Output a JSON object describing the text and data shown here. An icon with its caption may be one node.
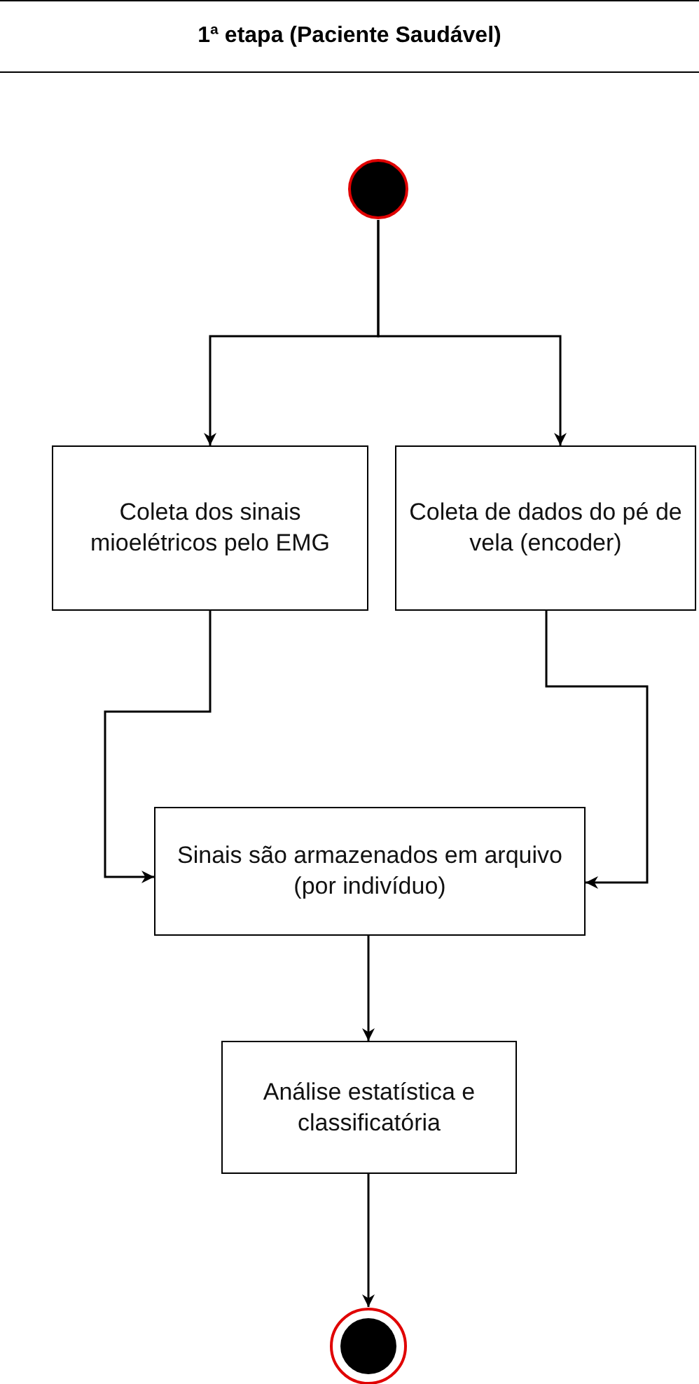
{
  "diagram": {
    "title": "1ª etapa (Paciente Saudável)",
    "nodes": [
      {
        "text": [],
        "shape": "circle"
      },
      {
        "text": [
          "Coleta dos sinais mioelétricos pelo EMG"
        ]
      },
      {
        "text": [
          "Coleta de dados do pé de vela (encoder)"
        ]
      },
      {
        "text": [
          "Sinais são armazenados em arquivo (por indivíduo)"
        ]
      },
      {
        "text": [
          "Análise estatística e classificatória"
        ]
      },
      {
        "text": [],
        "shape": "circle"
      }
    ],
    "edges": [
      {
        "from": 0,
        "to": 1,
        "arrow": "to"
      },
      {
        "from": 0,
        "to": 2,
        "arrow": "to"
      },
      {
        "from": 1,
        "to": 3,
        "arrow": "to"
      },
      {
        "from": 2,
        "to": 3,
        "arrow": "to"
      },
      {
        "from": 3,
        "to": 4,
        "arrow": "to"
      },
      {
        "from": 4,
        "to": 5,
        "arrow": "to"
      }
    ]
  }
}
